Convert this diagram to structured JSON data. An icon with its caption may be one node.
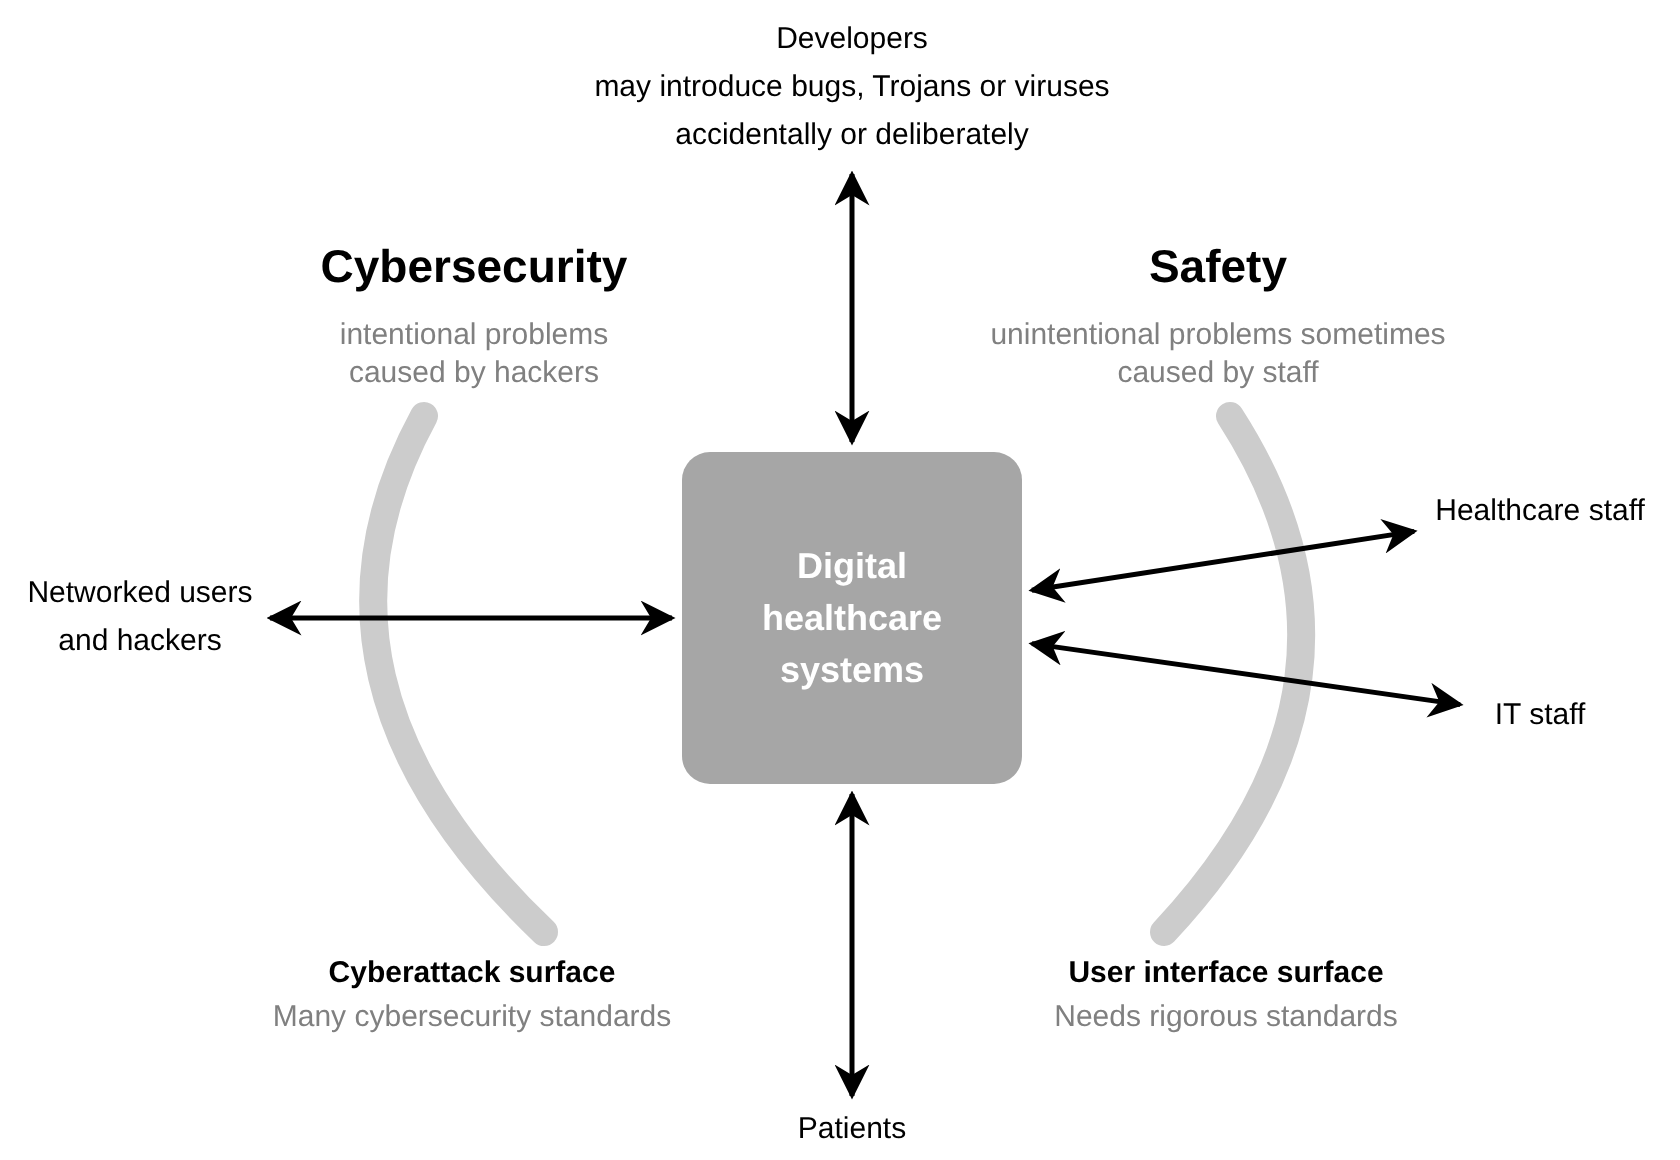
{
  "diagram": {
    "nodes": [
      {
        "text": [
          "Developers",
          "may introduce bugs, Trojans or viruses accidentally or deliberately"
        ]
      },
      {
        "text": [
          "Digital healthcare systems"
        ]
      },
      {
        "text": [
          "Networked users and hackers"
        ]
      },
      {
        "text": [
          "Healthcare staff"
        ]
      },
      {
        "text": [
          "IT staff"
        ]
      },
      {
        "text": [
          "Patients"
        ]
      }
    ],
    "edges": [
      {
        "from": 0,
        "to": 1,
        "arrow": "both"
      },
      {
        "from": 2,
        "to": 1,
        "arrow": "both"
      },
      {
        "from": 1,
        "to": 3,
        "arrow": "both"
      },
      {
        "from": 1,
        "to": 4,
        "arrow": "both"
      },
      {
        "from": 1,
        "to": 5,
        "arrow": "both"
      }
    ],
    "labels": [
      "Cybersecurity",
      "intentional problems caused by hackers",
      "Safety",
      "unintentional problems sometimes caused by staff",
      "Cyberattack surface",
      "Many cybersecurity standards",
      "User interface surface",
      "Needs rigorous standards"
    ]
  }
}
